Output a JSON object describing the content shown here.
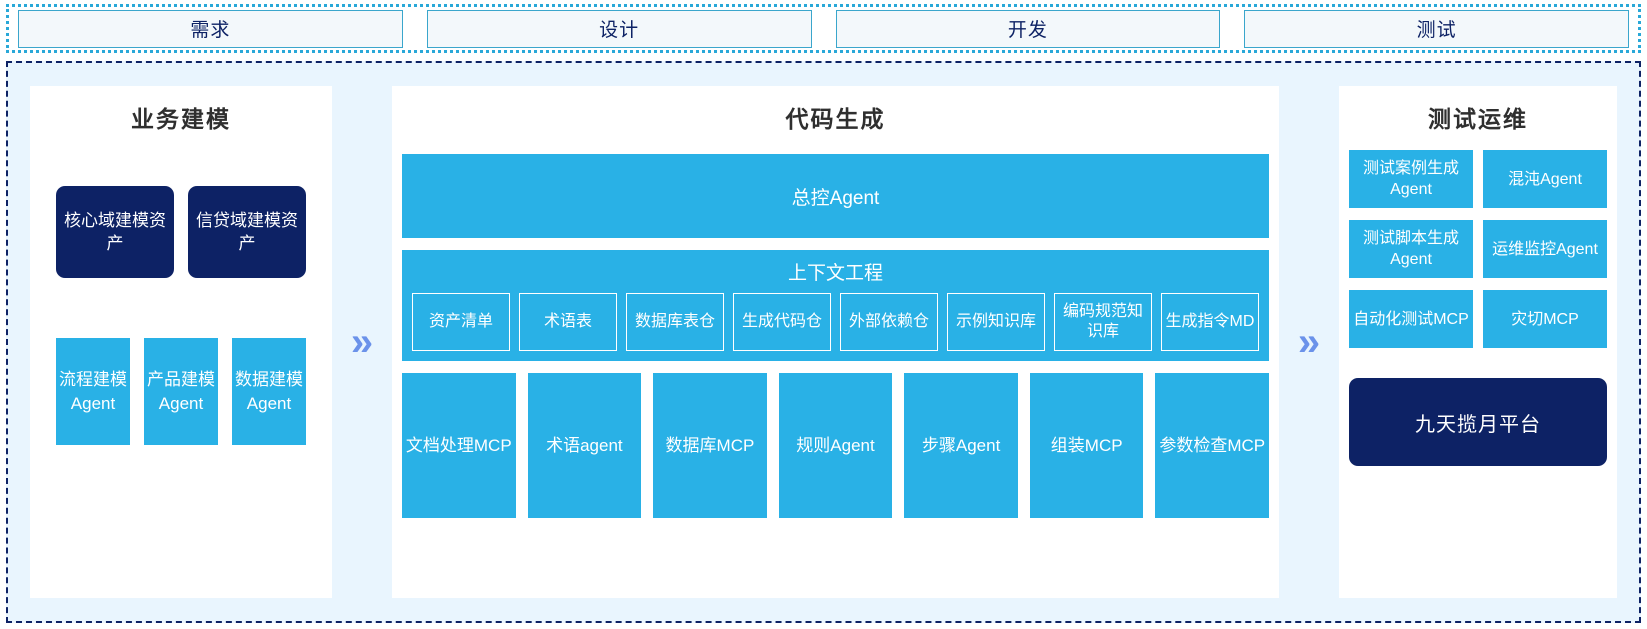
{
  "stages": [
    {
      "label": "需求"
    },
    {
      "label": "设计"
    },
    {
      "label": "开发"
    },
    {
      "label": "测试"
    }
  ],
  "arrows": {
    "glyph": "»",
    "name": "double-chevron-right-icon"
  },
  "colors": {
    "navy": "#0d2265",
    "cyan": "#29b1e6",
    "band_bg": "#e9f5fe",
    "arrow": "#6b92ea",
    "stage_border": "#3aa6cc",
    "stage_fill": "#f3f8fb"
  },
  "left_panel": {
    "title": "业务建模",
    "assets": [
      {
        "label": "核心域建模资产"
      },
      {
        "label": "信贷域建模资产"
      }
    ],
    "modelers": [
      {
        "label": "流程建模Agent"
      },
      {
        "label": "产品建模Agent"
      },
      {
        "label": "数据建模Agent"
      }
    ]
  },
  "center_panel": {
    "title": "代码生成",
    "master_agent": "总控Agent",
    "context": {
      "title": "上下文工程",
      "items": [
        {
          "label": "资产清单"
        },
        {
          "label": "术语表"
        },
        {
          "label": "数据库表仓"
        },
        {
          "label": "生成代码仓"
        },
        {
          "label": "外部依赖仓"
        },
        {
          "label": "示例知识库"
        },
        {
          "label": "编码规范知识库"
        },
        {
          "label": "生成指令MD"
        }
      ]
    },
    "tools": [
      {
        "label": "文档处理MCP"
      },
      {
        "label": "术语agent"
      },
      {
        "label": "数据库MCP"
      },
      {
        "label": "规则Agent"
      },
      {
        "label": "步骤Agent"
      },
      {
        "label": "组装MCP"
      },
      {
        "label": "参数检查MCP"
      }
    ]
  },
  "right_panel": {
    "title": "测试运维",
    "cards": [
      {
        "label": "测试案例生成Agent"
      },
      {
        "label": "混沌Agent"
      },
      {
        "label": "测试脚本生成Agent"
      },
      {
        "label": "运维监控Agent"
      },
      {
        "label": "自动化测试MCP"
      },
      {
        "label": "灾切MCP"
      }
    ],
    "platform": "九天揽月平台"
  }
}
